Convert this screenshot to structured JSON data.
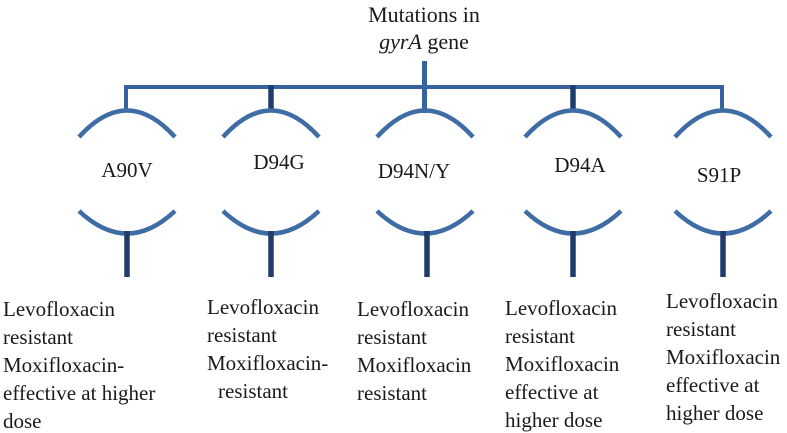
{
  "title": {
    "line1": "Mutations in",
    "gene_italic": "gyrA",
    "gene_rest": " gene"
  },
  "nodes": [
    {
      "label": "A90V",
      "effects": [
        "Levofloxacin",
        "resistant",
        "Moxifloxacin-",
        "effective at higher",
        "dose"
      ]
    },
    {
      "label": "D94G",
      "effects": [
        "Levofloxacin",
        "resistant",
        "Moxifloxacin-",
        "resistant"
      ]
    },
    {
      "label": "D94N/Y",
      "effects": [
        "Levofloxacin",
        "resistant",
        "Moxifloxacin",
        "resistant"
      ]
    },
    {
      "label": "D94A",
      "effects": [
        "Levofloxacin",
        "resistant",
        "Moxifloxacin",
        "effective at",
        "higher dose"
      ]
    },
    {
      "label": "S91P",
      "effects": [
        "Levofloxacin",
        "resistant",
        "Moxifloxacin",
        "effective at",
        "higher dose"
      ]
    }
  ],
  "colors": {
    "connector_blue": "#36639C",
    "arc_blue": "#3E6CA4",
    "stub_navy": "#1F3C6D",
    "text_color": "#1A1A1A",
    "background": "#FFFFFF"
  }
}
